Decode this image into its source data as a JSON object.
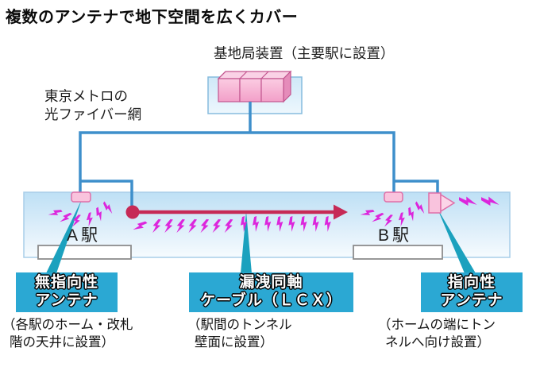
{
  "title": "複数のアンテナで地下空間を広くカバー",
  "base_station_label": "基地局装置（主要駅に設置）",
  "fiber_label": {
    "line1": "東京メトロの",
    "line2": "光ファイバー網"
  },
  "station_a": "A駅",
  "station_b": "B駅",
  "callouts": {
    "omni": {
      "title1": "無指向性",
      "title2": "アンテナ",
      "desc1": "（各駅のホーム・改札",
      "desc2": "階の天井に設置）"
    },
    "lcx": {
      "title1": "漏洩同軸",
      "title2": "ケーブル（ＬＣＸ）",
      "desc1": "（駅間のトンネル",
      "desc2": "壁面に設置）"
    },
    "directional": {
      "title1": "指向性",
      "title2": "アンテナ",
      "desc1": "（ホームの端にトン",
      "desc2": "ネルへ向け設置）"
    }
  },
  "waves": {
    "station_fan_count": 6,
    "lcx_count": 16,
    "directional_count": 2
  },
  "colors": {
    "line_blue": "#3E8FCB",
    "band_top": "#BEE0F5",
    "wave_magenta": "#DC26DC",
    "cable_red": "#C62A56",
    "leader_teal": "#1BA1BE",
    "callout_bg": "#2BA8D3",
    "device_pink": "#F6AECE"
  }
}
